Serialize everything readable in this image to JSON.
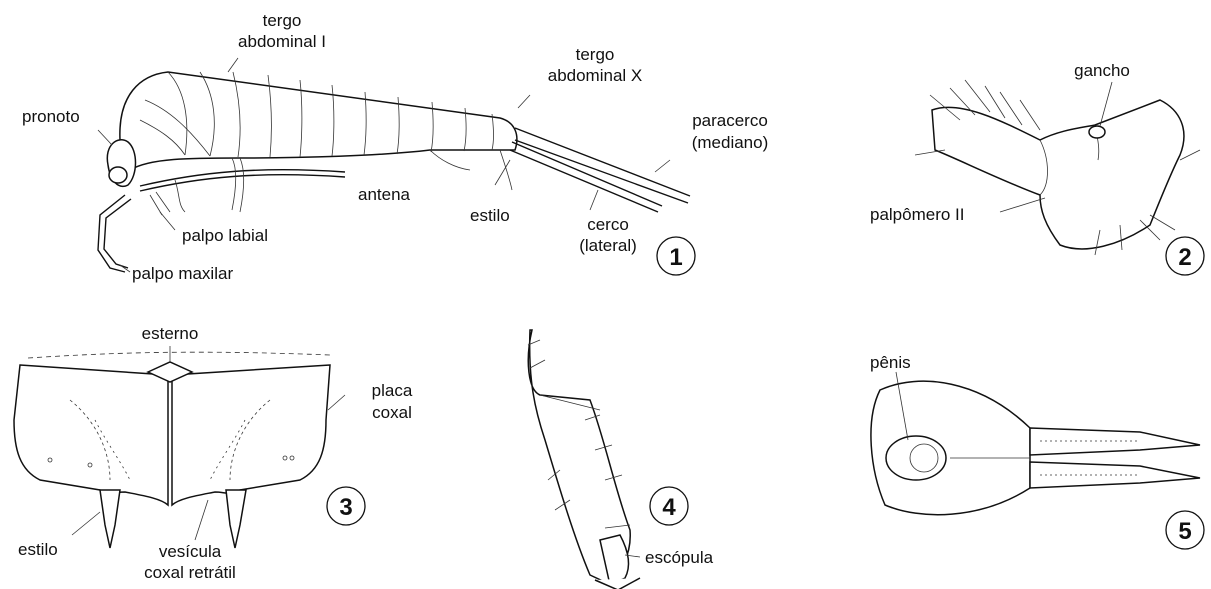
{
  "figures": [
    {
      "number": "1",
      "labels": {
        "tergo_i": [
          "tergo",
          "abdominal I"
        ],
        "pronoto": "pronoto",
        "tergo_x": [
          "tergo",
          "abdominal X"
        ],
        "paracerco": [
          "paracerco",
          "(mediano)"
        ],
        "antena": "antena",
        "estilo": "estilo",
        "cerco": [
          "cerco",
          "(lateral)"
        ],
        "palpo_labial": "palpo labial",
        "palpo_maxilar": "palpo maxilar"
      }
    },
    {
      "number": "2",
      "labels": {
        "gancho": "gancho",
        "palpomero": "palpômero II"
      }
    },
    {
      "number": "3",
      "labels": {
        "esterno": "esterno",
        "placa": [
          "placa",
          "coxal"
        ],
        "estilo": "estilo",
        "vesicula": [
          "vesícula",
          "coxal retrátil"
        ]
      }
    },
    {
      "number": "4",
      "labels": {
        "escopula": "escópula"
      }
    },
    {
      "number": "5",
      "labels": {
        "penis": "pênis"
      }
    }
  ]
}
